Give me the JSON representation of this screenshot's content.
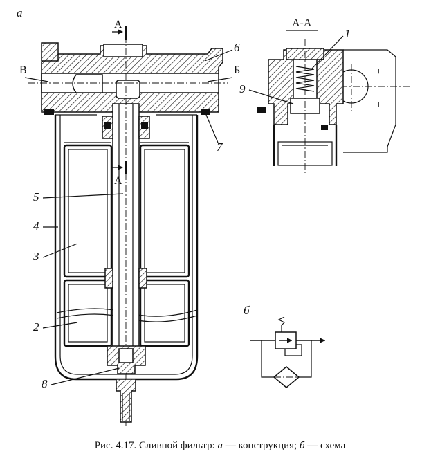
{
  "view_labels": {
    "main": "а",
    "scheme": "б",
    "section_title": "А-А",
    "section_mark_top": "А",
    "section_mark_mid": "А"
  },
  "ports": {
    "inlet": "В",
    "outlet": "Б"
  },
  "callouts": {
    "p1": "1",
    "p2": "2",
    "p3": "3",
    "p4": "4",
    "p5": "5",
    "p6": "6",
    "p7": "7",
    "p8": "8",
    "p9": "9"
  },
  "plus_marks": [
    "+",
    "+"
  ],
  "caption": {
    "prefix": "Рис. 4.17. Сливной фильтр: ",
    "a_letter": "а",
    "a_text": " — конструкция; ",
    "b_letter": "б",
    "b_text": " — схема"
  }
}
